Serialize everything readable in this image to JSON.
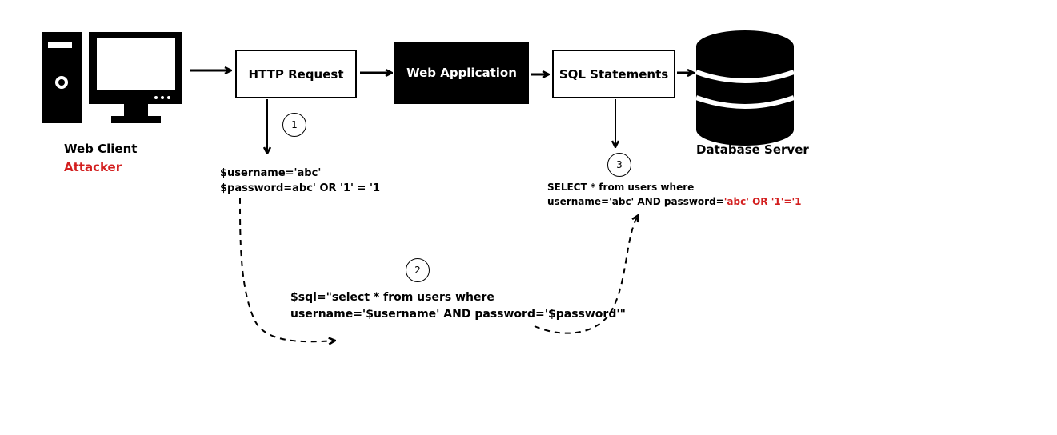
{
  "colors": {
    "accent_red": "#d31f1f",
    "ink": "#000000"
  },
  "client": {
    "title": "Web Client",
    "role": "Attacker",
    "icon": "computer-icon"
  },
  "boxes": {
    "http_request": "HTTP Request",
    "web_application": "Web Application",
    "sql_statements": "SQL Statements"
  },
  "database": {
    "title": "Database Server",
    "icon": "database-icon"
  },
  "steps": {
    "one": "1",
    "two": "2",
    "three": "3"
  },
  "input": {
    "line1": "$username='abc'",
    "line2": "$password=abc' OR '1' = '1"
  },
  "template": {
    "line1": "$sql=\"select * from users where",
    "line2": "username='$username' AND password='$password'\""
  },
  "query": {
    "line1": "SELECT * from users where",
    "line2_prefix": "username='abc' AND password=",
    "line2_injected": "'abc' OR '1'='1"
  }
}
